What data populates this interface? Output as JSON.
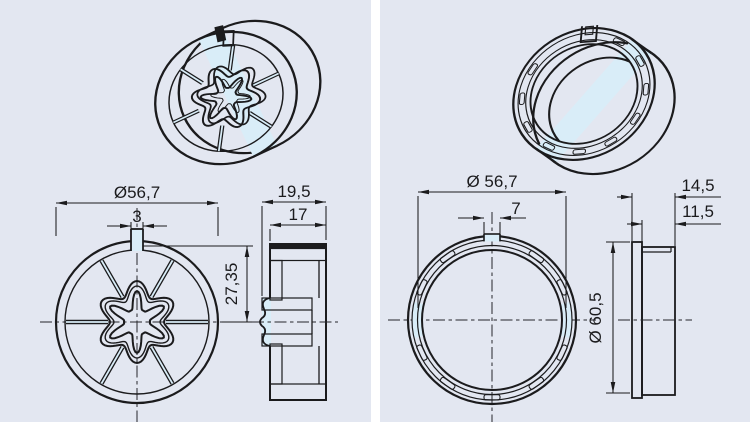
{
  "left_part": {
    "dims": {
      "outer_diameter": "Ø56,7",
      "notch_width": "3",
      "notch_to_center": "27,35",
      "overall_depth": "19,5",
      "body_depth": "17"
    }
  },
  "right_part": {
    "dims": {
      "inner_diameter": "Ø 56,7",
      "notch_width": "7",
      "outer_diameter": "Ø 60,5",
      "overall_depth": "14,5",
      "body_depth": "11,5"
    }
  },
  "colors": {
    "panel_background": "#e3e7f1",
    "part_fill": "#d9edf8",
    "line": "#1b1b1d",
    "divider": "#ffffff",
    "face_white": "#fcfdff"
  }
}
